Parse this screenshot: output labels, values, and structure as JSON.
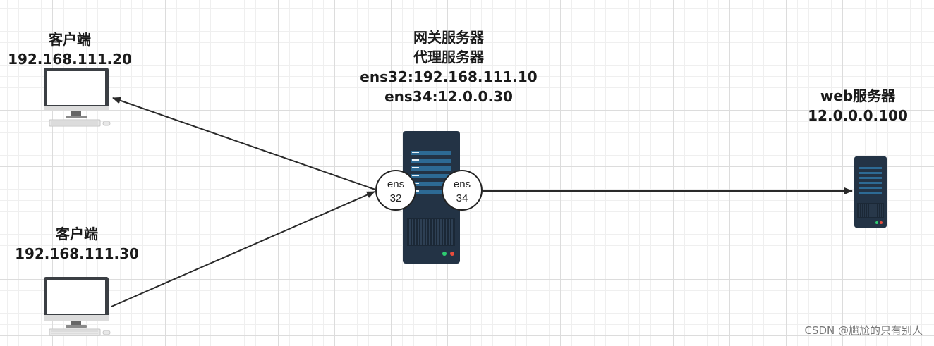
{
  "client1": {
    "title": "客户端",
    "ip": "192.168.111.20"
  },
  "client2": {
    "title": "客户端",
    "ip": "192.168.111.30"
  },
  "gateway": {
    "line1": "网关服务器",
    "line2": "代理服务器",
    "line3": "ens32:192.168.111.10",
    "line4": "ens34:12.0.0.30"
  },
  "web": {
    "title": "web服务器",
    "ip": "12.0.0.0.100"
  },
  "ports": {
    "ens32": {
      "line1": "ens",
      "line2": "32"
    },
    "ens34": {
      "line1": "ens",
      "line2": "34"
    }
  },
  "watermark": "CSDN @尴尬的只有别人",
  "colors": {
    "server_body": "#233345",
    "server_slot": "#2d6a94",
    "monitor_frame": "#3b3f44",
    "connector": "#2a2a2a"
  },
  "icons": [
    "desktop-computer-icon",
    "rack-server-icon"
  ]
}
